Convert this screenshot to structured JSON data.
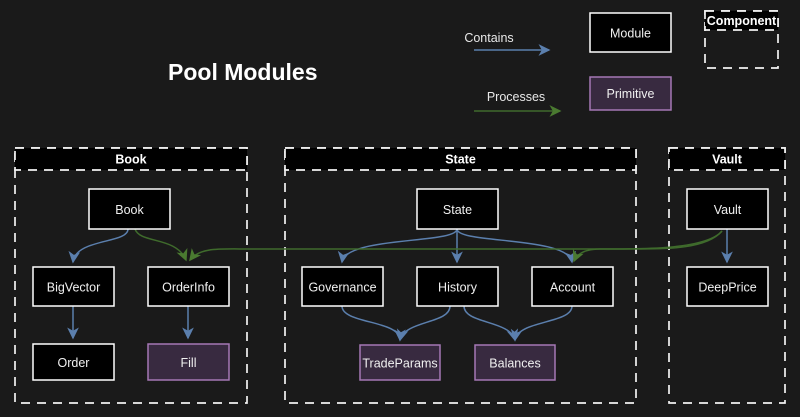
{
  "page": {
    "title": "Pool Modules",
    "background_color": "#1a1a1a"
  },
  "colors": {
    "module_fill": "#000000",
    "module_border": "#ffffff",
    "primitive_fill": "#382a40",
    "primitive_border": "#a578b5",
    "contains_edge": "#5b7fad",
    "processes_edge": "#3f6b2c",
    "group_border": "#f2f2f2",
    "text": "#f0f0f0"
  },
  "legend": {
    "edges": [
      {
        "label": "Contains",
        "color": "#5b7fad",
        "kind": "contains"
      },
      {
        "label": "Processes",
        "color": "#3f6b2c",
        "kind": "processes"
      }
    ],
    "shapes": [
      {
        "label": "Module",
        "kind": "module"
      },
      {
        "label": "Primitive",
        "kind": "primitive"
      }
    ],
    "component": {
      "label": "Component",
      "kind": "component-group"
    }
  },
  "groups": [
    {
      "id": "book",
      "label": "Book",
      "nodes": [
        {
          "id": "book-root",
          "label": "Book",
          "kind": "module"
        },
        {
          "id": "bigvector",
          "label": "BigVector",
          "kind": "module"
        },
        {
          "id": "orderinfo",
          "label": "OrderInfo",
          "kind": "module"
        },
        {
          "id": "order",
          "label": "Order",
          "kind": "module"
        },
        {
          "id": "fill",
          "label": "Fill",
          "kind": "primitive"
        }
      ]
    },
    {
      "id": "state",
      "label": "State",
      "nodes": [
        {
          "id": "state-root",
          "label": "State",
          "kind": "module"
        },
        {
          "id": "governance",
          "label": "Governance",
          "kind": "module"
        },
        {
          "id": "history",
          "label": "History",
          "kind": "module"
        },
        {
          "id": "account",
          "label": "Account",
          "kind": "module"
        },
        {
          "id": "tradeparams",
          "label": "TradeParams",
          "kind": "primitive"
        },
        {
          "id": "balances",
          "label": "Balances",
          "kind": "primitive"
        }
      ]
    },
    {
      "id": "vault",
      "label": "Vault",
      "nodes": [
        {
          "id": "vault-root",
          "label": "Vault",
          "kind": "module"
        },
        {
          "id": "deepprice",
          "label": "DeepPrice",
          "kind": "module"
        }
      ]
    }
  ],
  "edges": [
    {
      "from": "book-root",
      "to": "bigvector",
      "kind": "contains"
    },
    {
      "from": "bigvector",
      "to": "order",
      "kind": "contains"
    },
    {
      "from": "orderinfo",
      "to": "fill",
      "kind": "contains"
    },
    {
      "from": "state-root",
      "to": "governance",
      "kind": "contains"
    },
    {
      "from": "state-root",
      "to": "history",
      "kind": "contains"
    },
    {
      "from": "state-root",
      "to": "account",
      "kind": "contains"
    },
    {
      "from": "governance",
      "to": "tradeparams",
      "kind": "contains"
    },
    {
      "from": "history",
      "to": "tradeparams",
      "kind": "contains"
    },
    {
      "from": "history",
      "to": "balances",
      "kind": "contains"
    },
    {
      "from": "account",
      "to": "balances",
      "kind": "contains"
    },
    {
      "from": "vault-root",
      "to": "deepprice",
      "kind": "contains"
    },
    {
      "from": "book-root",
      "to": "orderinfo",
      "kind": "processes"
    },
    {
      "from": "vault-root",
      "to": "account",
      "kind": "processes"
    },
    {
      "from": "vault-root",
      "to": "orderinfo",
      "kind": "processes"
    }
  ]
}
